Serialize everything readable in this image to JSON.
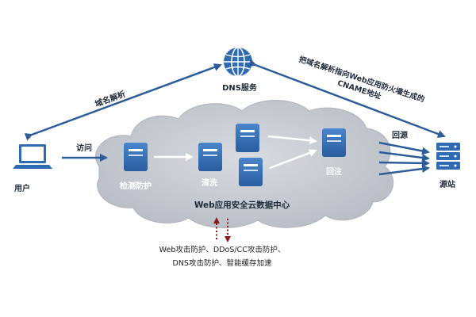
{
  "labels": {
    "dns_service": "DNS服务",
    "domain_resolve": "域名解析",
    "cname_line1": "把域名解析指向Web应用防火墙生成的",
    "cname_line2": "CNAME地址",
    "user": "用户",
    "visit": "访问",
    "detect": "检测防护",
    "clean": "清洗",
    "inject": "回注",
    "back_to_origin": "回源",
    "origin": "源站",
    "datacenter": "Web应用安全云数据中心",
    "feature_line1": "Web攻击防护、DDoS/CC攻击防护、",
    "feature_line2": "DNS攻击防护、智能缓存加速"
  },
  "icons": {
    "dns": "globe-icon",
    "user": "laptop-icon",
    "server": "server-icon",
    "origin": "server-rack-icon"
  },
  "colors": {
    "primary_blue": "#2f6bb3",
    "cloud_gray": "#c9cdd3",
    "arrow_dark": "#2c5d99",
    "dotted_red": "#8b1a1a",
    "text_dark": "#1e2a3a"
  }
}
